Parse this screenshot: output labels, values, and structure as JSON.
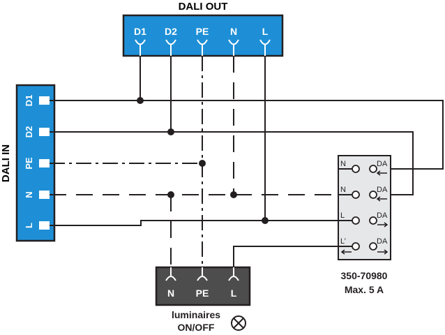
{
  "colors": {
    "dali_blue": "#1e8fd6",
    "luminaire_box": "#4d4d4d",
    "relay_box": "#e6e7e8",
    "wire": "#231f20"
  },
  "dali_out": {
    "title": "DALI OUT",
    "terminals": [
      "D1",
      "D2",
      "PE",
      "N",
      "L"
    ]
  },
  "dali_in": {
    "title": "DALI IN",
    "terminals": [
      "D1",
      "D2",
      "PE",
      "N",
      "L"
    ]
  },
  "relay": {
    "rows": [
      {
        "left": "N",
        "right": "DA",
        "arrow": "left"
      },
      {
        "left": "N",
        "right": "DA",
        "arrow": "left"
      },
      {
        "left": "L",
        "right": "DA",
        "arrow": "right"
      },
      {
        "left": "L’",
        "right": "DA",
        "arrow": "right"
      }
    ],
    "part_number": "350-70980",
    "rating": "Max. 5 A"
  },
  "luminaires": {
    "terminals": [
      "N",
      "PE",
      "L"
    ],
    "label_line1": "luminaires",
    "label_line2": "ON/OFF",
    "lamp_icon": "lamp-cross-circle-icon"
  }
}
